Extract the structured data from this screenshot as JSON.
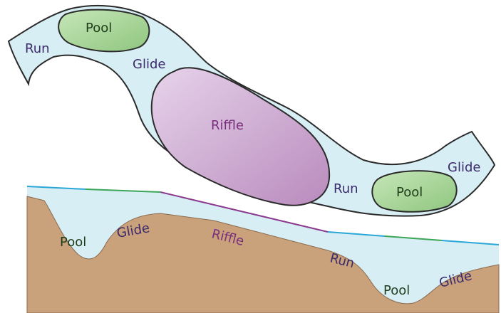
{
  "plan_view": {
    "labels": {
      "run_left": "Run",
      "pool_top": "Pool",
      "glide_mid": "Glide",
      "riffle": "Riffle",
      "run_right": "Run",
      "pool_right": "Pool",
      "glide_right": "Glide"
    }
  },
  "profile_view": {
    "labels": {
      "pool_left": "Pool",
      "glide_left": "Glide",
      "riffle": "Riffle",
      "run": "Run",
      "pool_right": "Pool",
      "glide_right": "Glide"
    }
  },
  "colors": {
    "water": "#d8eef5",
    "outline": "#2b2b2b",
    "pool_fill": "#a8d59a",
    "riffle_fill": "#c79ac9",
    "bed": "#c9a27c",
    "waterline_blue": "#2aa7d6",
    "waterline_green": "#3aa657",
    "waterline_purple": "#8b3a8f",
    "label_navy": "#3b2a6b",
    "label_purple": "#7a2f7d"
  }
}
